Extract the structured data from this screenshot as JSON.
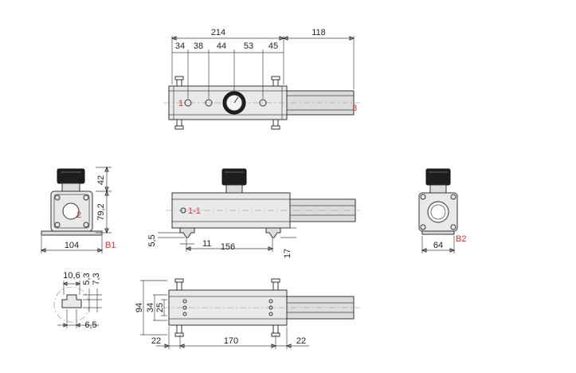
{
  "colors": {
    "line": "#333333",
    "part_fill": "#e9e9e9",
    "marker": "#e03030"
  },
  "top_view": {
    "dims": {
      "overall": "214",
      "rod": "118",
      "s1": "34",
      "s2": "38",
      "s3": "44",
      "s4": "53",
      "s5": "45"
    },
    "markers": {
      "m1": "1",
      "m3": "3"
    }
  },
  "side_view": {
    "dims": {
      "d55": "5,5",
      "d11": "11",
      "d156": "156",
      "d17": "17"
    },
    "markers": {
      "m11": "1-1"
    }
  },
  "left_view": {
    "dims": {
      "d42": "42",
      "d792": "79,2",
      "d104": "104"
    },
    "markers": {
      "m2": "2",
      "b1": "B1"
    }
  },
  "right_view": {
    "dims": {
      "d64": "64"
    },
    "markers": {
      "b2": "B2"
    }
  },
  "slot_view": {
    "dims": {
      "d106": "10,6",
      "d53": "5,3",
      "d73": "7,3",
      "d65": "6,5"
    }
  },
  "bottom_view": {
    "dims": {
      "d94": "94",
      "d34": "34",
      "d25": "25",
      "d22a": "22",
      "d170": "170",
      "d22b": "22"
    }
  }
}
